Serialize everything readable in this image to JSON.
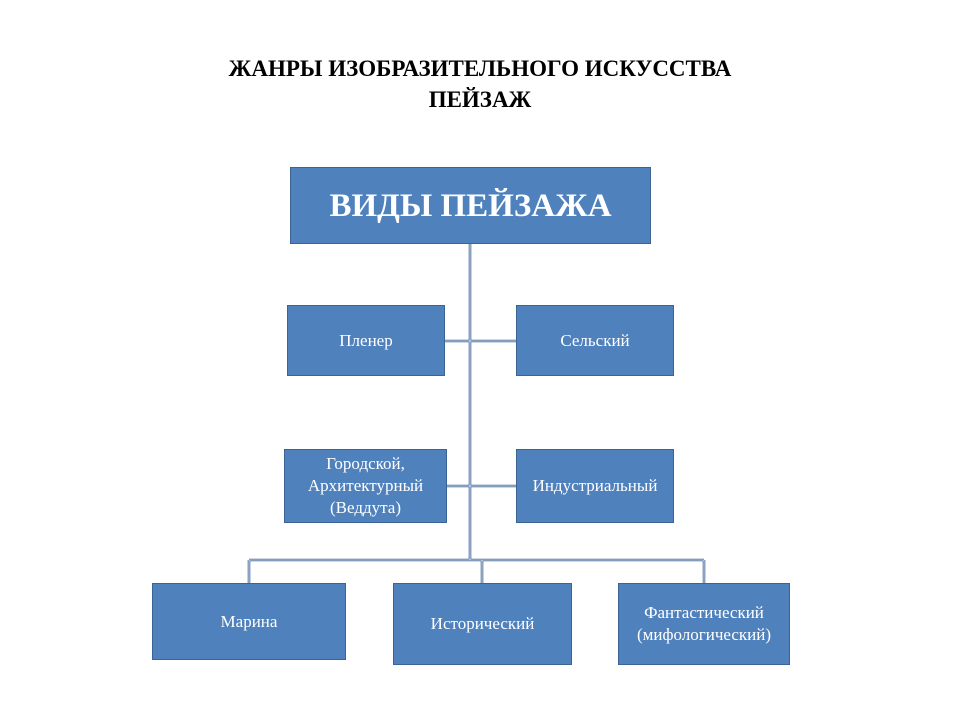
{
  "slide": {
    "title_line1": "ЖАНРЫ  ИЗОБРАЗИТЕЛЬНОГО ИСКУССТВА",
    "title_line2": "ПЕЙЗАЖ"
  },
  "diagram": {
    "root": "ВИДЫ ПЕЙЗАЖА",
    "nodes": {
      "plener": "Пленер",
      "rural": "Сельский",
      "urban": "Городской,\nАрхитектурный\n(Веддута)",
      "industrial": "Индустриальный",
      "marina": "Марина",
      "historical": "Исторический",
      "fantastic": "Фантастический\n(мифологический)"
    }
  },
  "colors": {
    "box_fill": "#4f81bd",
    "box_border": "#3a6496",
    "connector": "#3f6596",
    "box_text": "#ffffff",
    "title_text": "#000000"
  }
}
